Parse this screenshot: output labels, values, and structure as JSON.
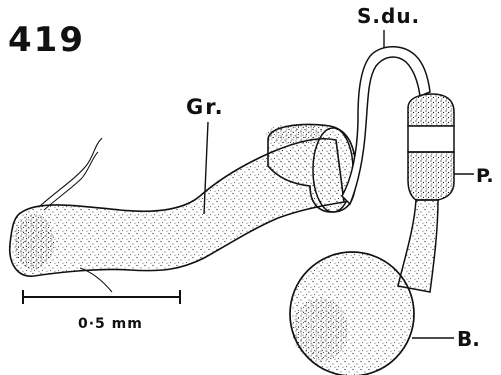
{
  "figure": {
    "number": "419",
    "labels": {
      "gr": "Gr.",
      "sdu": "S.du.",
      "p": "P.",
      "b": "B."
    },
    "scale_bar": {
      "label": "0·5 mm",
      "value": 0.5,
      "unit": "mm"
    },
    "colors": {
      "ink": "#111111",
      "paper": "#ffffff"
    }
  }
}
